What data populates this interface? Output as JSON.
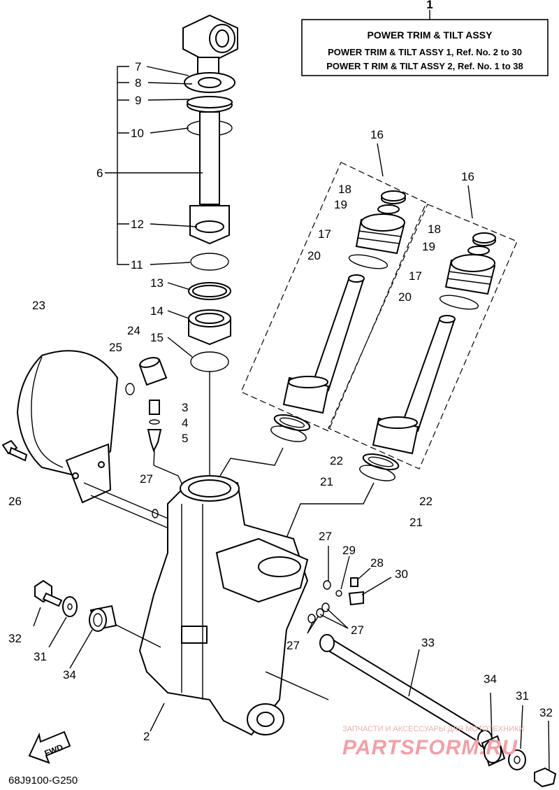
{
  "title_box": {
    "ref_number": "1",
    "heading": "POWER TRIM & TILT ASSY",
    "line1": "POWER TRIM & TILT ASSY 1,  Ref. No. 2 to 30",
    "line2": "POWER T RIM & TILT ASSY 2, Ref. No. 1 to 38"
  },
  "callouts": [
    "2",
    "3",
    "4",
    "5",
    "6",
    "7",
    "8",
    "9",
    "10",
    "11",
    "12",
    "13",
    "14",
    "15",
    "16",
    "16",
    "17",
    "17",
    "18",
    "18",
    "19",
    "19",
    "20",
    "20",
    "21",
    "21",
    "22",
    "22",
    "23",
    "24",
    "25",
    "26",
    "27",
    "27",
    "27",
    "27",
    "28",
    "29",
    "30",
    "31",
    "31",
    "32",
    "32",
    "33",
    "34",
    "34"
  ],
  "fwd_label": "FWD",
  "drawing_code": "68J9100-G250",
  "watermark": {
    "tagline": "ЗАПЧАСТИ И АКСЕССУАРЫ ДЛЯ МОТОТЕХНИКИ",
    "brand": "PARTSFORM.RU"
  }
}
